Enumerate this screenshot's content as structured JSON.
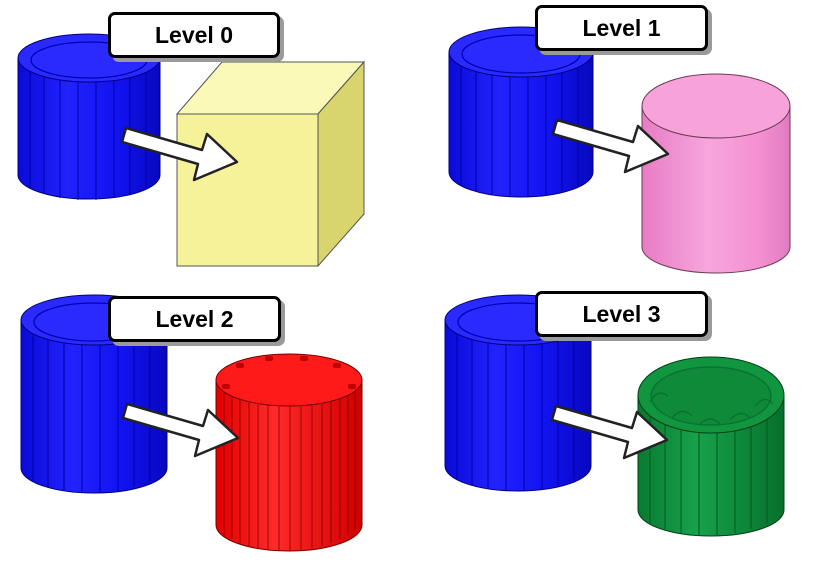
{
  "panels": [
    {
      "label": "Level 0",
      "target_shape": "cube",
      "target_color": "#f5f29a"
    },
    {
      "label": "Level 1",
      "target_shape": "cylinder",
      "target_color": "#f28cd0"
    },
    {
      "label": "Level 2",
      "target_shape": "ribbed-cylinder",
      "target_color": "#ff1010"
    },
    {
      "label": "Level 3",
      "target_shape": "scalloped-cylinder",
      "target_color": "#0e8a3c"
    }
  ],
  "source_color": "#1414ee",
  "arrow_icon": "right-arrow-icon"
}
